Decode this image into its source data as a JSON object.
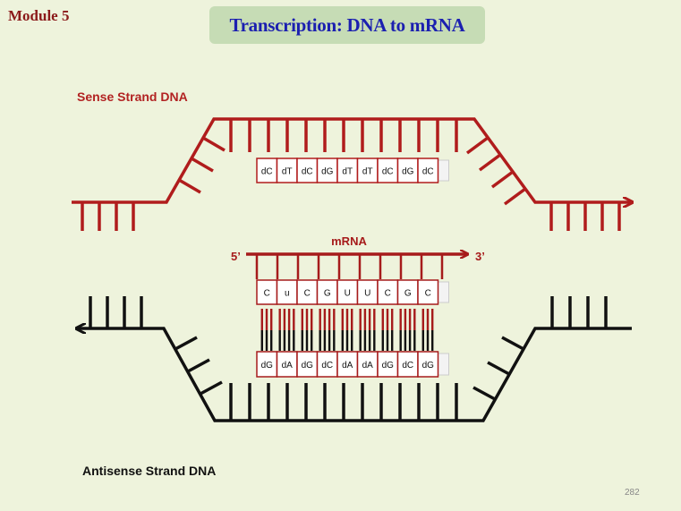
{
  "header": {
    "module": "Module 5",
    "title": "Transcription: DNA to mRNA"
  },
  "labels": {
    "sense": "Sense Strand DNA",
    "antisense": "Antisense Strand DNA",
    "mrna": "mRNA",
    "five_prime": "5’",
    "three_prime": "3’"
  },
  "sense_bases": [
    "dC",
    "dT",
    "dC",
    "dG",
    "dT",
    "dT",
    "dC",
    "dG",
    "dC"
  ],
  "mrna_bases": [
    "C",
    "u",
    "C",
    "G",
    "U",
    "U",
    "C",
    "G",
    "C"
  ],
  "antisense_bases": [
    "dG",
    "dA",
    "dG",
    "dC",
    "dA",
    "dA",
    "dG",
    "dC",
    "dG"
  ],
  "page_number": "282",
  "colors": {
    "sense": "#b01c1c",
    "antisense": "#111111",
    "mrna": "#a61b1b",
    "title_text": "#1b1fb0",
    "title_bg": "#c6dcb5"
  }
}
